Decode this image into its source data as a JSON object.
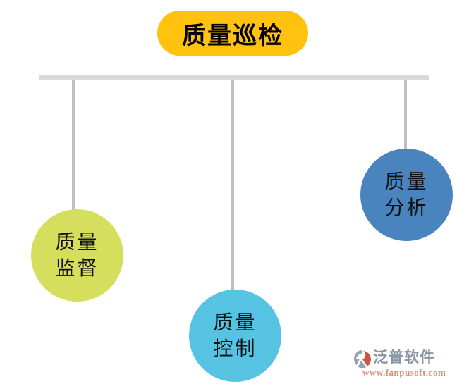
{
  "diagram": {
    "title": "质量巡检",
    "nodes": [
      {
        "id": "quality-supervision",
        "line1": "质量",
        "line2": "监督",
        "color": "#D6DE5E"
      },
      {
        "id": "quality-control",
        "line1": "质量",
        "line2": "控制",
        "color": "#55C3E1"
      },
      {
        "id": "quality-analysis",
        "line1": "质量",
        "line2": "分析",
        "color": "#4A84BF"
      }
    ]
  },
  "watermark": {
    "brand": "泛普软件",
    "url": "www.fanpusoft.com"
  },
  "colors": {
    "root_node_fill": "#FFC20E",
    "root_node_text": "#000000",
    "horizontal_connector": "#D9D9D9",
    "vertical_connector": "#BFBFBF",
    "node_text": "#111111",
    "watermark_brand_text": "#8A94A3",
    "watermark_url_text": "#E5897B",
    "watermark_icon_gray": "#98A1AF",
    "watermark_icon_red": "#CE5448"
  }
}
